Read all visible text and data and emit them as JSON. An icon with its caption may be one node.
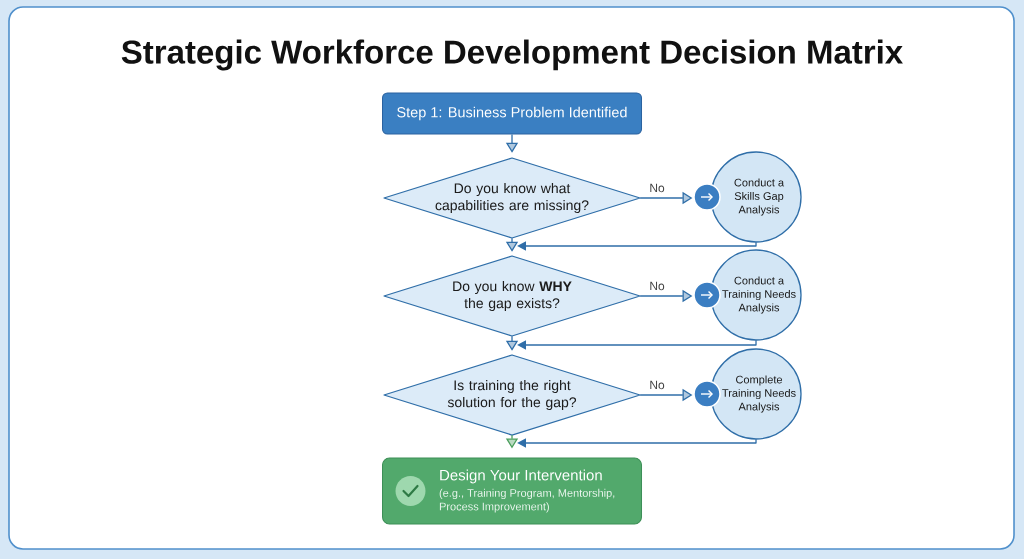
{
  "diagram": {
    "title": "Strategic Workforce Development Decision Matrix",
    "nodes": [
      {
        "text": [
          "Step 1: Business Problem Identified"
        ]
      },
      {
        "text": [
          "Do you know what capabilities are missing?"
        ]
      },
      {
        "text": [
          "Conduct a Skills Gap Analysis"
        ]
      },
      {
        "text": [
          "Do you know **WHY** the gap exists?"
        ]
      },
      {
        "text": [
          "Conduct a Training Needs Analysis"
        ]
      },
      {
        "text": [
          "Is training the right solution for the gap?"
        ]
      },
      {
        "text": [
          "Complete Training Needs Analysis"
        ]
      },
      {
        "text": [
          "Design Your Intervention",
          "(e.g., Training Program, Mentorship, Process Improvement)"
        ]
      }
    ],
    "edges": [
      {
        "from": 0,
        "to": 1,
        "arrow": "to"
      },
      {
        "from": 1,
        "to": 2,
        "arrow": "to",
        "label": "No"
      },
      {
        "from": 2,
        "to": 3,
        "arrow": "to"
      },
      {
        "from": 1,
        "to": 3,
        "arrow": "to"
      },
      {
        "from": 3,
        "to": 4,
        "arrow": "to",
        "label": "No"
      },
      {
        "from": 4,
        "to": 5,
        "arrow": "to"
      },
      {
        "from": 3,
        "to": 5,
        "arrow": "to"
      },
      {
        "from": 5,
        "to": 6,
        "arrow": "to",
        "label": "No"
      },
      {
        "from": 6,
        "to": 7,
        "arrow": "to"
      },
      {
        "from": 5,
        "to": 7,
        "arrow": "to",
        "color": "#4a9e5c"
      }
    ]
  }
}
